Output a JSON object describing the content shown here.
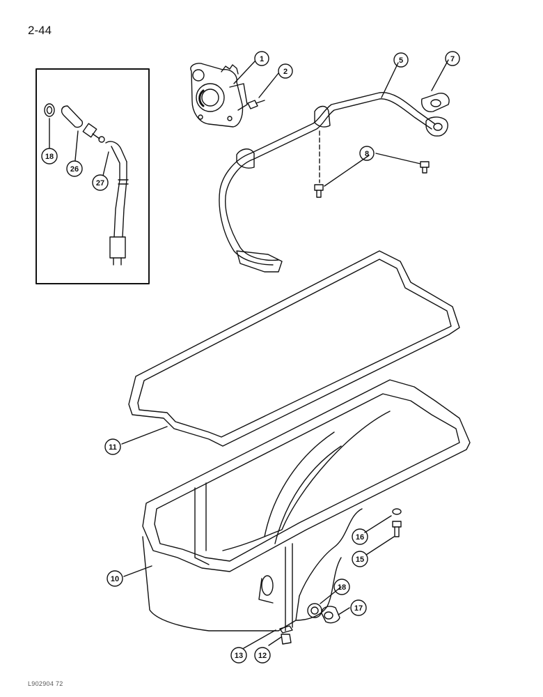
{
  "page": {
    "number": "2-44",
    "figure_code": "L902904 72"
  },
  "callouts": [
    {
      "id": "callout-1",
      "label": "1"
    },
    {
      "id": "callout-2",
      "label": "2"
    },
    {
      "id": "callout-5",
      "label": "5"
    },
    {
      "id": "callout-7",
      "label": "7"
    },
    {
      "id": "callout-8",
      "label": "8"
    },
    {
      "id": "callout-18a",
      "label": "18"
    },
    {
      "id": "callout-26",
      "label": "26"
    },
    {
      "id": "callout-27",
      "label": "27"
    },
    {
      "id": "callout-11",
      "label": "11"
    },
    {
      "id": "callout-10",
      "label": "10"
    },
    {
      "id": "callout-16",
      "label": "16"
    },
    {
      "id": "callout-15",
      "label": "15"
    },
    {
      "id": "callout-18b",
      "label": "18"
    },
    {
      "id": "callout-17",
      "label": "17"
    },
    {
      "id": "callout-13",
      "label": "13"
    },
    {
      "id": "callout-12",
      "label": "12"
    }
  ]
}
